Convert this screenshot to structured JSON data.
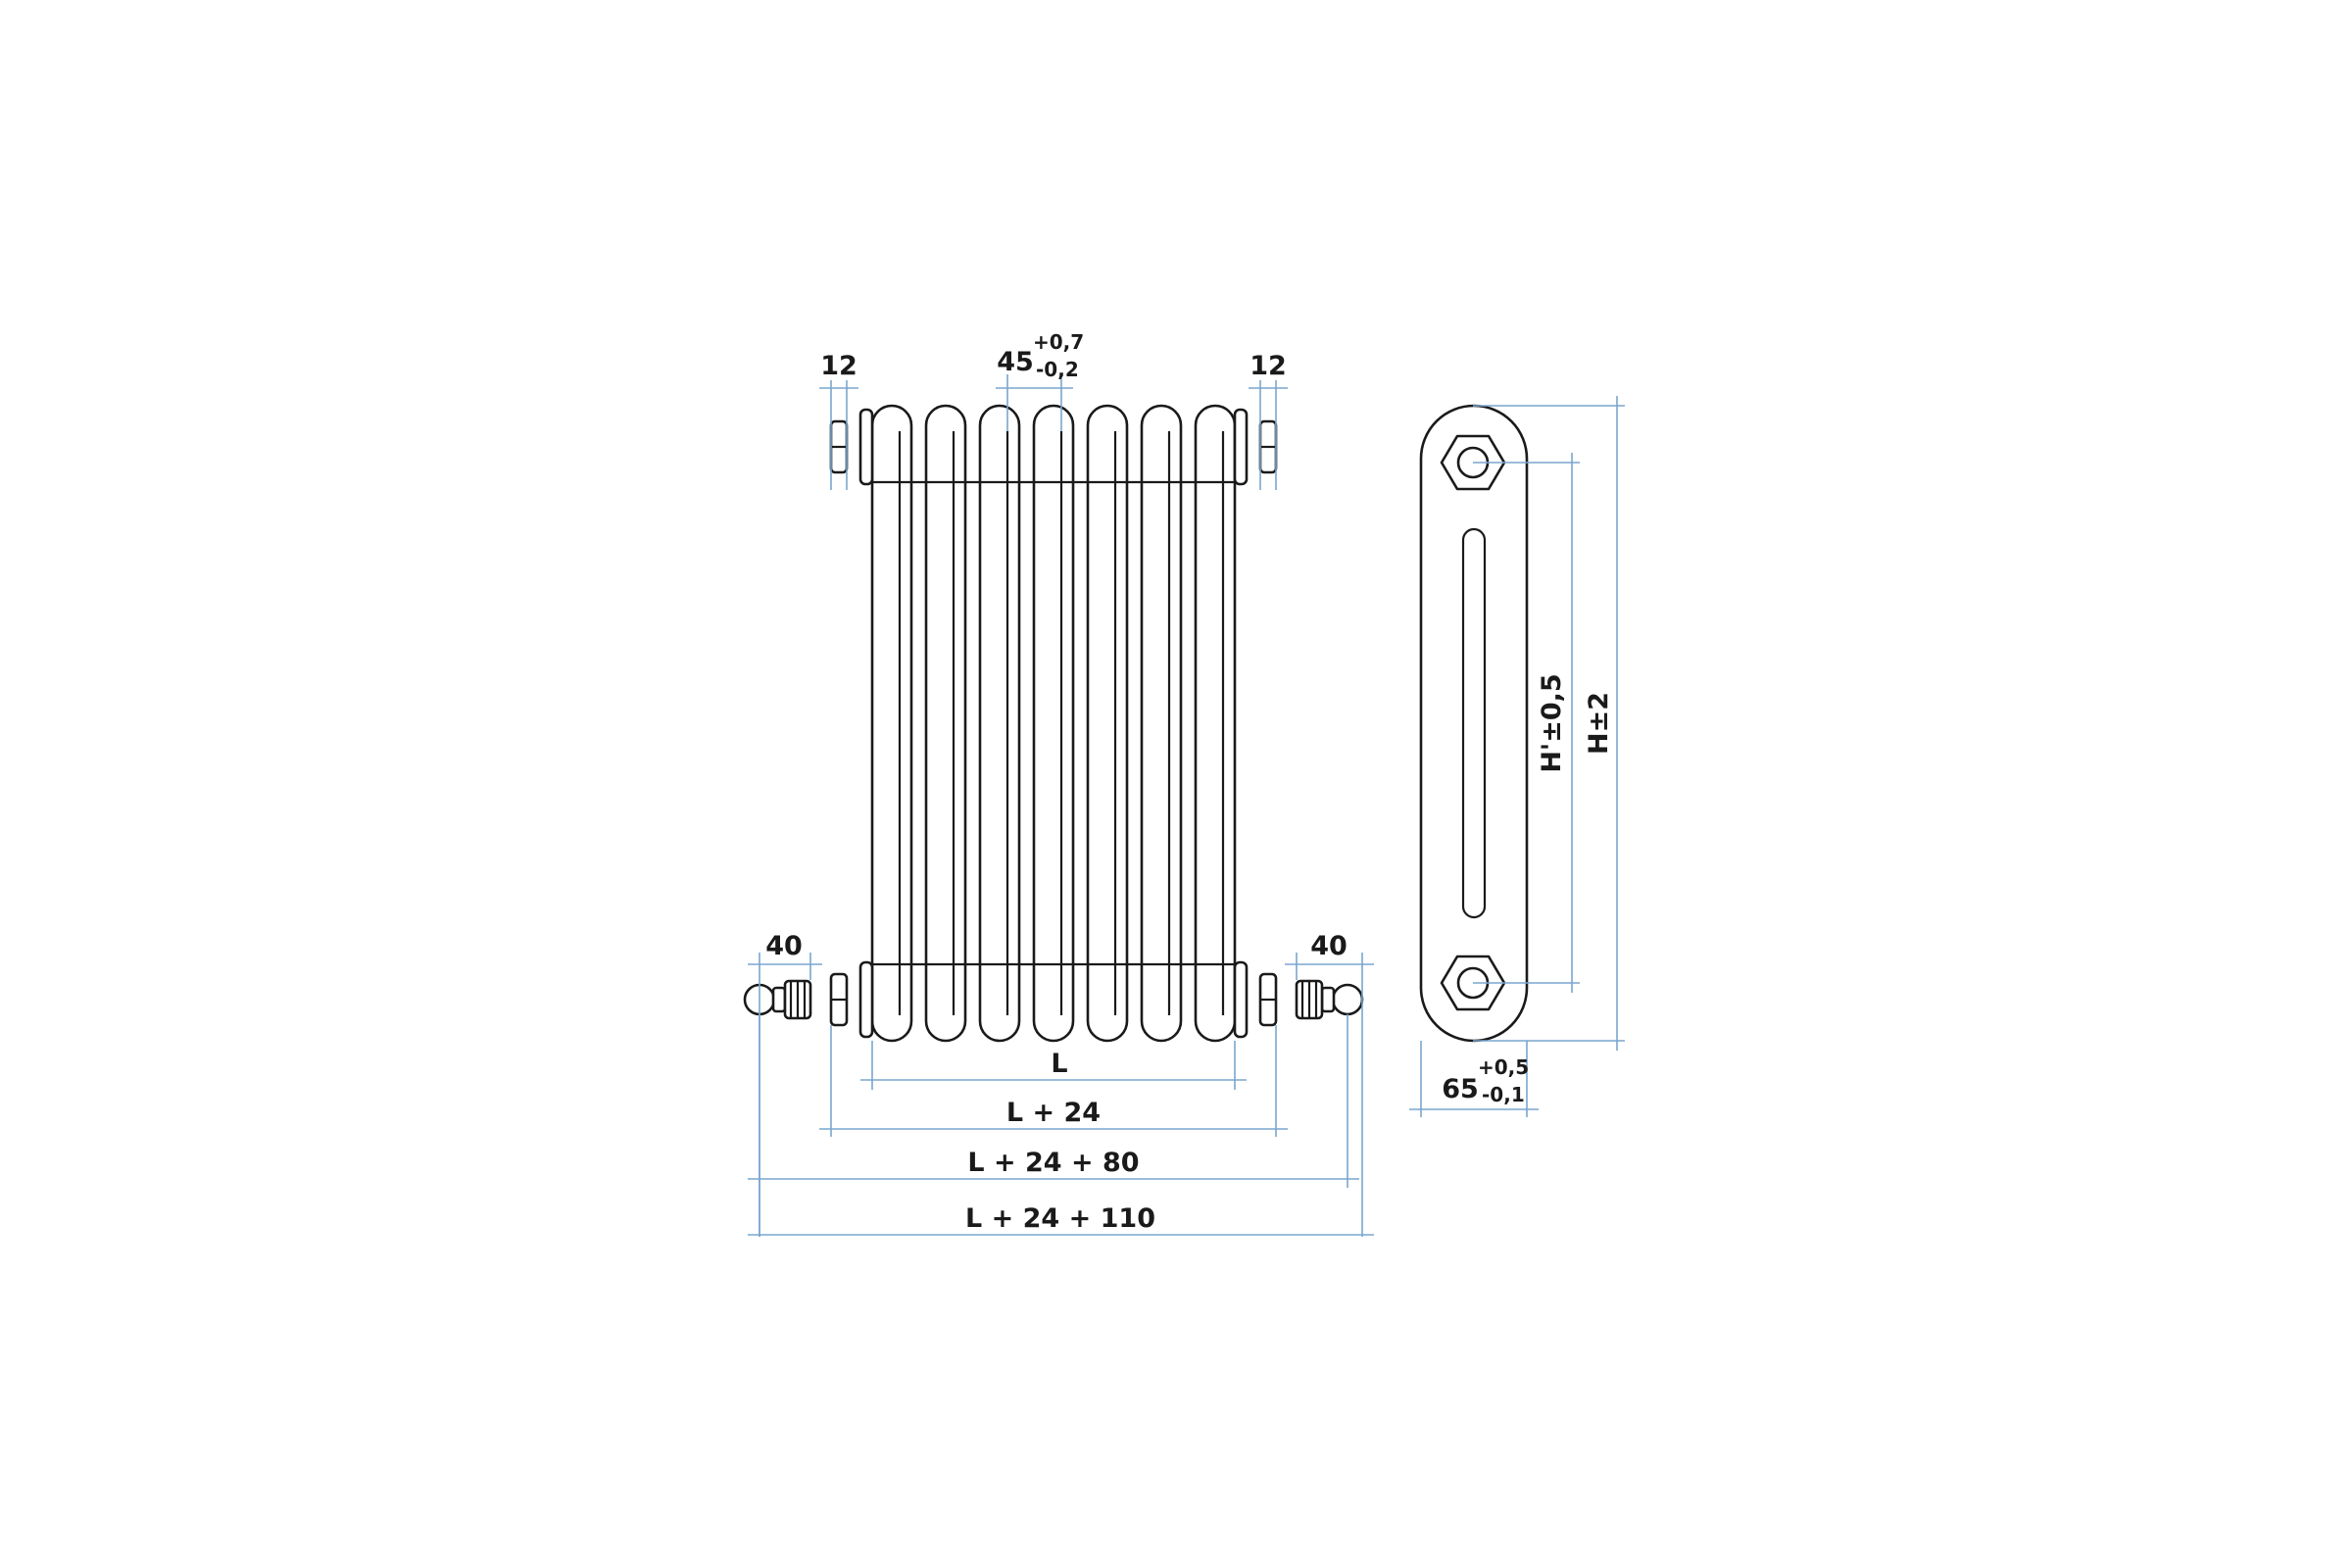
{
  "drawing": {
    "colors": {
      "outline": "#1a1a1a",
      "dimension": "#7aa6cf",
      "background": "#ffffff"
    },
    "front_view": {
      "cap_width_left": "12",
      "cap_width_right": "12",
      "section_pitch": "45",
      "section_pitch_tol_upper": "+0,7",
      "section_pitch_tol_lower": "-0,2",
      "valve_width_left": "40",
      "valve_width_right": "40",
      "length": "L",
      "length_caps": "L + 24",
      "length_caps_valves": "L + 24 + 80",
      "length_total": "L + 24 + 110"
    },
    "side_view": {
      "axis_distance": "H'±0,5",
      "height": "H±2",
      "depth": "65",
      "depth_tol_upper": "+0,5",
      "depth_tol_lower": "-0,1"
    }
  }
}
